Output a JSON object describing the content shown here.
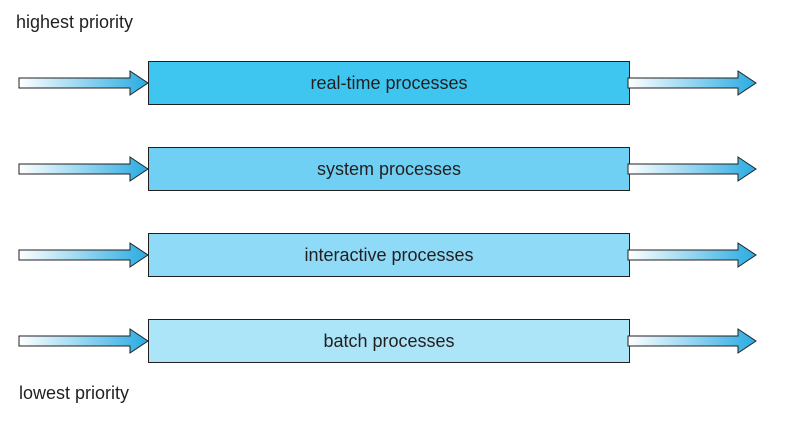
{
  "labels": {
    "top": "highest priority",
    "bottom": "lowest priority"
  },
  "queues": [
    {
      "label": "real-time processes",
      "color": "#3ec6f1"
    },
    {
      "label": "system processes",
      "color": "#6fd0f4"
    },
    {
      "label": "interactive processes",
      "color": "#8fdaf6"
    },
    {
      "label": "batch processes",
      "color": "#ace4f8"
    }
  ],
  "colors": {
    "arrow_fill": "#29abe2",
    "arrow_fade": "#ffffff",
    "outline": "#231f20"
  }
}
